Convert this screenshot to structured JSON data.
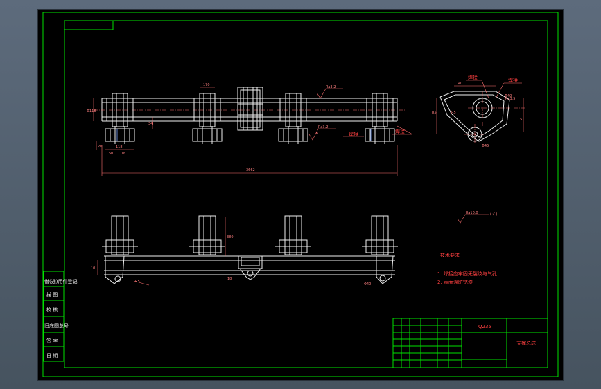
{
  "colors": {
    "background": "#55616f",
    "sheet": "#000000",
    "frame": "#00e000",
    "geometry": "#f0f0f0",
    "dimension": "#ff7070",
    "notes": "#ff4040"
  },
  "top_view": {
    "dims": [
      "Φ118",
      "50",
      "170",
      "34",
      "20",
      "118",
      "16",
      "16",
      "3662"
    ],
    "surface_roughness_1": "Ra3.2",
    "surface_roughness_2": "Ra3.2",
    "weld_label_1": "焊接",
    "weld_label_2": "焊接"
  },
  "side_view": {
    "dims": [
      "R5",
      "40",
      "Φ40",
      "R5",
      "15",
      "Ra3.5",
      "Φ45"
    ],
    "weld_label_1": "焊接",
    "weld_label_2": "焊接"
  },
  "front_view": {
    "dims": [
      "10",
      "R5",
      "18",
      "380",
      "Φ40"
    ]
  },
  "roughness_note": "Ra10.0",
  "technical_requirements": {
    "title": "技术要求",
    "items": [
      "1. 焊接应牢固无裂纹与气孔",
      "2. 表面涂防锈漆"
    ]
  },
  "left_strip": [
    "借(通)用件登记",
    "描 图",
    "校 核",
    "旧底图总号",
    "签 字",
    "日 期"
  ],
  "title_block": {
    "material": "Q235",
    "drawing_name": "支撑总成"
  }
}
